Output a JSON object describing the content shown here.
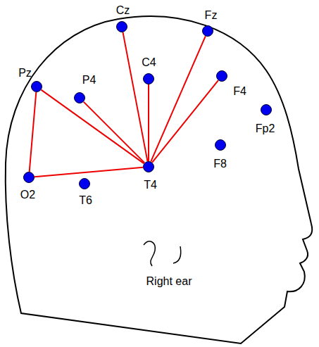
{
  "diagram": {
    "nodes": [
      {
        "text": [
          "Cz"
        ]
      },
      {
        "text": [
          "Fz"
        ]
      },
      {
        "text": [
          "Pz"
        ]
      },
      {
        "text": [
          "P4"
        ]
      },
      {
        "text": [
          "C4"
        ]
      },
      {
        "text": [
          "F4"
        ]
      },
      {
        "text": [
          "Fp2"
        ]
      },
      {
        "text": [
          "F8"
        ]
      },
      {
        "text": [
          "O2"
        ]
      },
      {
        "text": [
          "T6"
        ]
      },
      {
        "text": [
          "T4"
        ]
      }
    ],
    "edges": [
      {
        "from": 10,
        "to": 8,
        "arrow": "none"
      },
      {
        "from": 10,
        "to": 2,
        "arrow": "none"
      },
      {
        "from": 10,
        "to": 3,
        "arrow": "none"
      },
      {
        "from": 10,
        "to": 0,
        "arrow": "none"
      },
      {
        "from": 10,
        "to": 4,
        "arrow": "none"
      },
      {
        "from": 10,
        "to": 1,
        "arrow": "none"
      },
      {
        "from": 10,
        "to": 5,
        "arrow": "none"
      },
      {
        "from": 2,
        "to": 8,
        "arrow": "none"
      }
    ],
    "labels": [
      "Right ear"
    ]
  }
}
